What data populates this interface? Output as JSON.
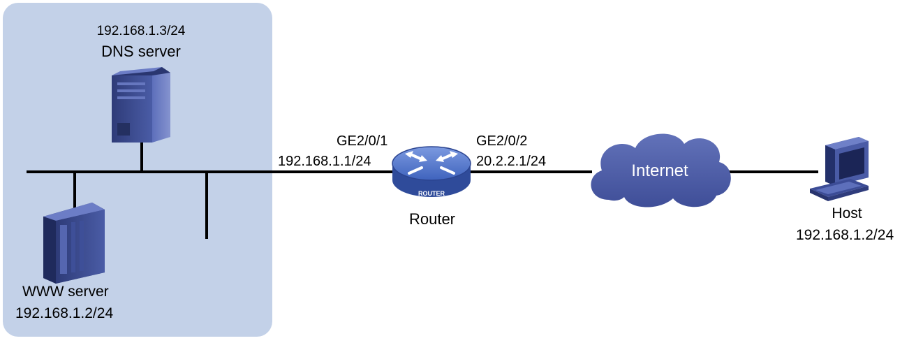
{
  "colors": {
    "lan_zone": "#c3d1e8",
    "link": "#000000",
    "cloud": "#4e5ea8",
    "router_body": "#4a6fc4",
    "server_body": "#3b4a8c"
  },
  "lan_zone": {
    "dns_server": {
      "ip": "192.168.1.3/24",
      "name": "DNS server",
      "icon": "server-tower-icon"
    },
    "www_server": {
      "name": "WWW server",
      "ip": "192.168.1.2/24",
      "icon": "server-tower-icon"
    }
  },
  "router": {
    "name": "Router",
    "badge": "ROUTER",
    "icon": "router-icon",
    "port_left": {
      "name": "GE2/0/1",
      "ip": "192.168.1.1/24"
    },
    "port_right": {
      "name": "GE2/0/2",
      "ip": "20.2.2.1/24"
    }
  },
  "internet": {
    "label": "Internet",
    "icon": "cloud-icon"
  },
  "host": {
    "name": "Host",
    "ip": "192.168.1.2/24",
    "icon": "desktop-computer-icon"
  }
}
